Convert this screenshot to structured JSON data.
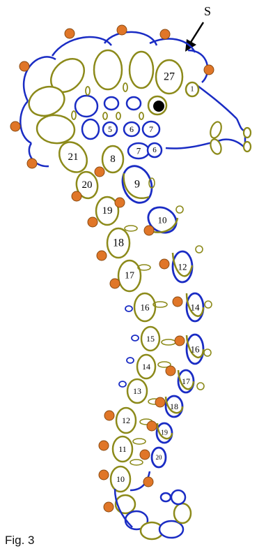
{
  "figure": {
    "caption": "Fig. 3",
    "start_label": "S",
    "colors": {
      "blue": "#1a2cc4",
      "olive": "#8c8a1a",
      "olive_fill": "#ffffff",
      "picot": "#e07628",
      "picot_stroke": "#8a4a10",
      "bead": "#000000"
    },
    "head_labels": [
      "27",
      "1",
      "5",
      "6",
      "7",
      "7",
      "6",
      "8",
      "21"
    ],
    "outer_labels": [
      "9",
      "10",
      "12",
      "14",
      "16",
      "17",
      "18",
      "19",
      "20"
    ],
    "inner_labels": [
      "20",
      "19",
      "18",
      "17",
      "16",
      "15",
      "14",
      "13",
      "12",
      "11",
      "10"
    ]
  }
}
